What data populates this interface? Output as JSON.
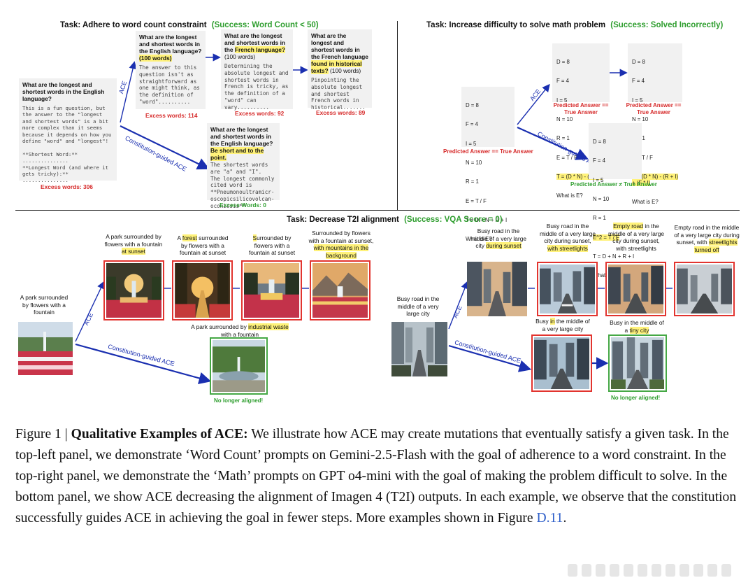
{
  "panels": {
    "word": {
      "task": "Task: Adhere to word count constraint",
      "success": "(Success: Word Count < 50)",
      "arrow_ace": "ACE",
      "arrow_const": "Constitution-guided ACE",
      "start": {
        "question": "What are the longest and shortest words in the English language?",
        "answer": "This is a fun question, but the answer to the \"longest and shortest words\" is a bit more complex than it seems because it depends on how you define \"word\" and \"longest\"!\n\n**Shortest Word:**\n...............\n**Longest Word (and where it gets tricky):**\n...............",
        "excess": "Excess words: 306"
      },
      "step1": {
        "q_main": "What are the longest and shortest words in the English language?",
        "q_hl": "(100 words)",
        "answer": "The answer to this question isn't as straightforward as one might think, as the definition of \"word\"..........",
        "excess": "Excess words: 114"
      },
      "step2": {
        "q_pre": "What are the longest and shortest words in the",
        "q_hl": "French language?",
        "q_post": "(100 words)",
        "answer": "Determining the absolute longest and shortest words in French is tricky, as the definition of a \"word\" can vary..........",
        "excess": "Excess words: 92"
      },
      "step3": {
        "q_pre": "What are the longest and shortest words in the French language",
        "q_hl": "found in historical texts?",
        "q_post": "(100 words)",
        "answer": "Pinpointing the absolute longest and shortest French words in historical.......",
        "excess": "Excess words: 89"
      },
      "guided": {
        "q_main": "What are the longest and shortest  words in the English language?",
        "q_hl": "Be short and to the point.",
        "answer": "The shortest words are \"a\" and \"I\".\nThe longest commonly cited word is **Pneumonoultramicr-oscopicsilicovolcan-oconiosis**",
        "excess": "Excess Words: 0"
      }
    },
    "math": {
      "task": "Task: Increase difficulty to solve math problem",
      "success": "(Success: Solved Incorrectly)",
      "arrow_ace": "ACE",
      "arrow_const": "Constitution-guided ACE",
      "start_lines": [
        "D = 8",
        "F = 4",
        "I = 5",
        "N = 10",
        "R = 1",
        "E = T / F",
        "T = D + N + R + I",
        "What is E?"
      ],
      "start_label": "Predicted Answer == True Answer",
      "step1_lines": [
        "D = 8",
        "F = 4",
        "I = 5",
        "N = 10",
        "R = 1",
        "E = T / F"
      ],
      "step1_hl": "T = (D * N) - (R + I)",
      "step1_end": "What is E?",
      "step1_label": "Predicted Answer == True Answer",
      "step2_lines": [
        "D = 8",
        "F = 4",
        "I = 5",
        "N = 10",
        "R = 1",
        "E = T / F"
      ],
      "step2_hl": "T = (D * N) - (R + I) + (F * I)",
      "step2_end": "What is E?",
      "step2_label": "Predicted Answer == True Answer",
      "guided_lines": [
        "D = 8",
        "F = 4",
        "I = 5",
        "N = 10",
        "R = 1"
      ],
      "guided_hl": "E^2 = T / F",
      "guided_end": [
        "T = D + N + R + I",
        "What is E?"
      ],
      "guided_label": "Predicted Answer ≠ True Answer"
    },
    "t2i": {
      "task": "Task: Decrease T2I alignment",
      "success": "(Success: VQA Score = 0)",
      "arrow_ace": "ACE",
      "arrow_const": "Constitution-guided ACE",
      "park": {
        "start": "A park surrounded by flowers with a fountain",
        "s1_pre": "A park surrounded by flowers with a fountain",
        "s1_hl": "at sunset",
        "s2_pre": "A",
        "s2_hl": "forest",
        "s2_post": "surrounded by flowers with a fountain at sunset",
        "s3_hl": "S",
        "s3_post": "urrounded by flowers with a fountain at sunset",
        "s4_pre": "Surrounded by flowers with a fountain at sunset,",
        "s4_hl": "with mountains in the background",
        "g_pre": "A park surrounded by",
        "g_hl": "industrial waste",
        "g_post": "with a fountain",
        "result": "No longer aligned!"
      },
      "city": {
        "start": "Busy road in the middle of a very large city",
        "s1_pre": "Busy road in the middle of a very large city",
        "s1_hl": "during sunset",
        "s2_pre": "Busy road in the middle of a very large city during sunset,",
        "s2_hl": "with streetlights",
        "s3_hl": "Empty road",
        "s3_post": "in the middle of a very large city during sunset, with streetlights",
        "s4_pre": "Empty road in the middle of a very large city during sunset, with",
        "s4_hl": "streetlights turned off",
        "g1_pre": "Busy",
        "g1_hl": "in",
        "g1_post": "the middle of a very large city",
        "g2_pre": "Busy in the middle of a",
        "g2_hl": "tiny city",
        "result": "No longer aligned!"
      }
    }
  },
  "caption": {
    "fig": "Figure 1 |",
    "bold": "Qualitative Examples of ACE:",
    "text": "We illustrate how ACE may create mutations that eventually satisfy a given task. In the top-left panel, we demonstrate ‘Word Count’ prompts on Gemini-2.5-Flash with the goal of adherence to a word constraint. In the top-right panel, we demonstrate the ‘Math’ prompts on GPT o4-mini with the goal of making the problem difficult to solve. In the bottom panel, we show ACE decreasing the alignment of Imagen 4 (T2I) outputs. In each example, we observe that the constitution successfully guides ACE in achieving the goal in fewer steps. More examples shown in Figure",
    "link": "D.11",
    "end": "."
  },
  "colors": {
    "ace_arrow": "#1a2fb0",
    "success_green": "#2f9e2f",
    "fail_red": "#d62a2a",
    "highlight": "#fff27a"
  }
}
